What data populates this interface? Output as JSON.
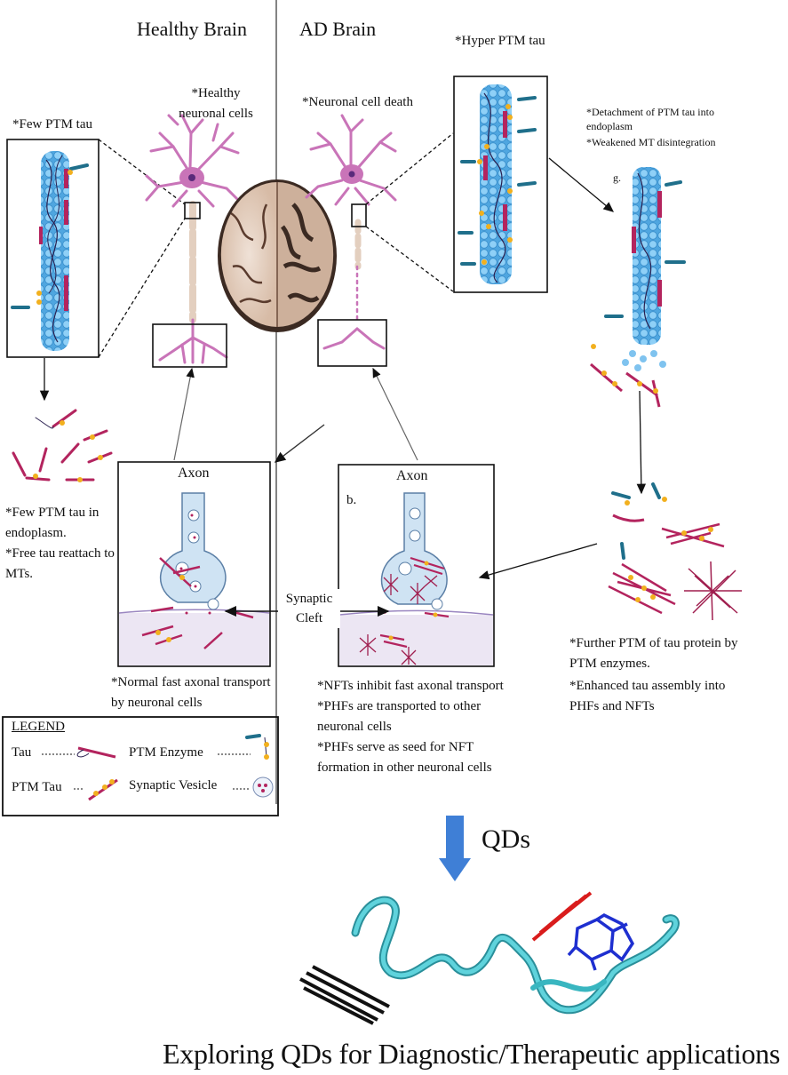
{
  "headings": {
    "healthy": "Healthy Brain",
    "ad": "AD Brain"
  },
  "top_labels": {
    "healthy_cells": "*Healthy neuronal cells",
    "cell_death": "*Neuronal cell death",
    "hyper_ptm": "*Hyper PTM tau",
    "few_ptm": "*Few PTM tau",
    "detach_1": "*Detachment of PTM tau into endoplasm",
    "detach_2": "*Weakened MT disintegration",
    "marker_g": "g."
  },
  "left_notes": [
    "*Few PTM tau in endoplasm.",
    "*Free tau reattach to MTs."
  ],
  "axon_panels": {
    "axon_label": "Axon",
    "marker_b": "b.",
    "synaptic_cleft": "Synaptic Cleft"
  },
  "captions": {
    "healthy_transport": "*Normal fast axonal transport by neuronal cells",
    "ad_transport": [
      "*NFTs inhibit fast axonal transport",
      "*PHFs are transported to other neuronal cells",
      "*PHFs serve as seed for NFT formation in other neuronal cells"
    ],
    "further_ptm": [
      "*Further PTM of tau protein by PTM enzymes.",
      "*Enhanced tau assembly into PHFs and NFTs"
    ]
  },
  "legend": {
    "title": "LEGEND",
    "tau": "Tau",
    "ptm_enzyme": "PTM Enzyme",
    "ptm_tau": "PTM Tau",
    "synaptic_vesicle": "Synaptic Vesicle"
  },
  "qds": {
    "label": "QDs",
    "footer": "Exploring QDs for Diagnostic/Therapeutic applications"
  },
  "colors": {
    "neuron": "#c974b8",
    "microtubule": "#62b4e6",
    "tau": "#b3245e",
    "ptm_star": "#f2b01e",
    "enzyme": "#1f6f8b",
    "arrow_blue": "#3f7fd6",
    "protein_ribbon": "#39b6c0"
  }
}
